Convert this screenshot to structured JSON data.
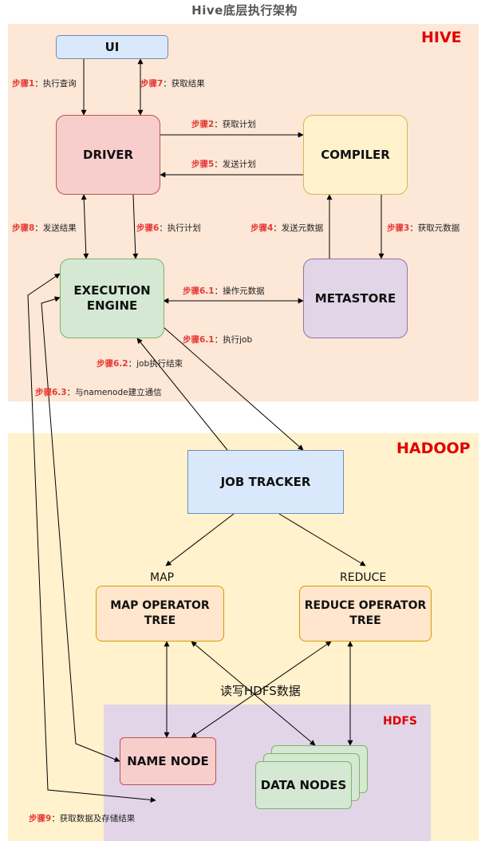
{
  "title": "Hive底层执行架构",
  "regions": {
    "hive": "HIVE",
    "hadoop": "HADOOP",
    "hdfs": "HDFS"
  },
  "nodes": {
    "ui": "UI",
    "driver": "DRIVER",
    "compiler": "COMPILER",
    "engine_line1": "EXECUTION",
    "engine_line2": "ENGINE",
    "metastore": "METASTORE",
    "job_tracker": "JOB TRACKER",
    "map_tree_line1": "MAP OPERATOR",
    "map_tree_line2": "TREE",
    "reduce_tree_line1": "REDUCE OPERATOR",
    "reduce_tree_line2": "TREE",
    "name_node": "NAME NODE",
    "data_nodes": "DATA NODES"
  },
  "labels": {
    "map": "MAP",
    "reduce": "REDUCE",
    "rw_hdfs": "读写HDFS数据"
  },
  "steps": [
    {
      "num": "步骤1",
      "text": "：执行查询"
    },
    {
      "num": "步骤7",
      "text": "：获取结果"
    },
    {
      "num": "步骤2",
      "text": "：获取计划"
    },
    {
      "num": "步骤5",
      "text": "：发送计划"
    },
    {
      "num": "步骤8",
      "text": "：发送结果"
    },
    {
      "num": "步骤6",
      "text": "：执行计划"
    },
    {
      "num": "步骤4",
      "text": "：发送元数据"
    },
    {
      "num": "步骤3",
      "text": "：获取元数据"
    },
    {
      "num": "步骤6.1",
      "text": "：操作元数据"
    },
    {
      "num": "步骤6.1",
      "text": "：执行job"
    },
    {
      "num": "步骤6.2",
      "text": "：job执行结束"
    },
    {
      "num": "步骤6.3",
      "text": "：与namenode建立通信"
    },
    {
      "num": "步骤9",
      "text": "：获取数据及存储结果"
    }
  ],
  "colors": {
    "hive_bg": "#fde7d6",
    "hadoop_bg": "#fff2cc",
    "hdfs_bg": "#e1d5e7",
    "ui": "#dae8fc",
    "driver": "#f8cecc",
    "compiler": "#fff2cc",
    "engine": "#d5e8d4",
    "metastore": "#e1d5e7",
    "job_tracker": "#dae8fc",
    "operator_tree": "#ffe6cc",
    "name_node": "#f8cecc",
    "data_nodes": "#d5e8d4",
    "step_red": "#e53935"
  }
}
